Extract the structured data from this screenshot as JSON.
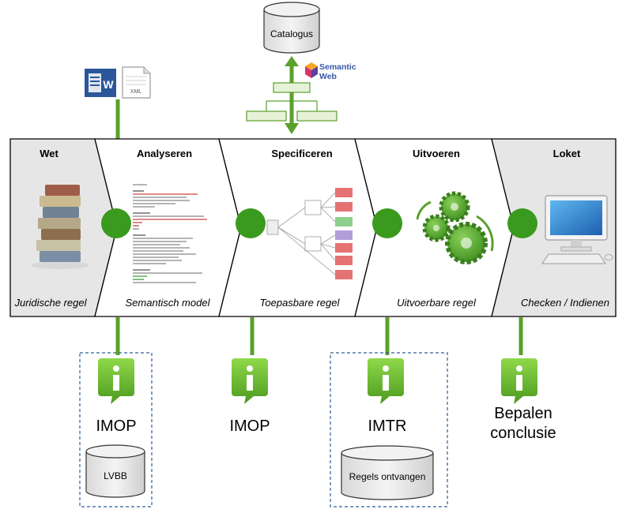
{
  "stages": [
    {
      "id": "wet",
      "title": "Wet",
      "caption": "Juridische regel",
      "shaded": true
    },
    {
      "id": "analyseren",
      "title": "Analyseren",
      "caption": "Semantisch model",
      "shaded": false
    },
    {
      "id": "specificeren",
      "title": "Specificeren",
      "caption": "Toepasbare regel",
      "shaded": false
    },
    {
      "id": "uitvoeren",
      "title": "Uitvoeren",
      "caption": "Uitvoerbare regel",
      "shaded": false
    },
    {
      "id": "loket",
      "title": "Loket",
      "caption": "Checken / Indienen",
      "shaded": true
    }
  ],
  "top": {
    "catalogus": "Catalogus",
    "semantic_web": {
      "line1": "Semantic",
      "line2": "Web"
    },
    "xml_label": "XML",
    "word_letter": "W"
  },
  "info_items": [
    {
      "id": "imop-1",
      "label": "IMOP"
    },
    {
      "id": "imop-2",
      "label": "IMOP"
    },
    {
      "id": "imtr",
      "label": "IMTR"
    },
    {
      "id": "bepalen",
      "label": "Bepalen",
      "label2": "conclusie"
    }
  ],
  "databases": {
    "lvbb": "LVBB",
    "regels": "Regels ontvangen"
  },
  "colors": {
    "green": "#5aa02c",
    "dark_green": "#3a7d1e",
    "shaded_panel": "#e6e6e6",
    "dashed_border": "#2f5e95",
    "info_icon": "#6cbf2a"
  }
}
